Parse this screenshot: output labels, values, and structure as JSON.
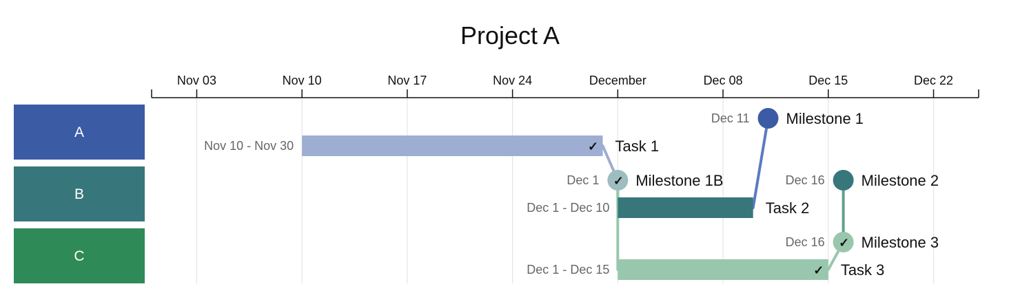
{
  "chart_data": {
    "type": "gantt",
    "title": "Project A",
    "x_axis": {
      "type": "date",
      "range": [
        "2024-10-31",
        "2024-12-25"
      ],
      "ticks": [
        {
          "date": "2024-11-03",
          "label": "Nov 03"
        },
        {
          "date": "2024-11-10",
          "label": "Nov 10"
        },
        {
          "date": "2024-11-17",
          "label": "Nov 17"
        },
        {
          "date": "2024-11-24",
          "label": "Nov 24"
        },
        {
          "date": "2024-12-01",
          "label": "December"
        },
        {
          "date": "2024-12-08",
          "label": "Dec 08"
        },
        {
          "date": "2024-12-15",
          "label": "Dec 15"
        },
        {
          "date": "2024-12-22",
          "label": "Dec 22"
        }
      ],
      "grid": true
    },
    "lanes": [
      {
        "id": "A",
        "label": "A",
        "color": "#3b5ba5"
      },
      {
        "id": "B",
        "label": "B",
        "color": "#37777b"
      },
      {
        "id": "C",
        "label": "C",
        "color": "#2e8b57"
      }
    ],
    "tasks": [
      {
        "id": "task1",
        "lane": "A",
        "name": "Task 1",
        "start": "2024-11-10",
        "end": "2024-11-30",
        "range_label": "Nov 10 - Nov 30",
        "completed": true,
        "color": "#9eadd2"
      },
      {
        "id": "task2",
        "lane": "B",
        "name": "Task 2",
        "start": "2024-12-01",
        "end": "2024-12-10",
        "range_label": "Dec 1 - Dec 10",
        "completed": false,
        "color": "#37777b"
      },
      {
        "id": "task3",
        "lane": "C",
        "name": "Task 3",
        "start": "2024-12-01",
        "end": "2024-12-15",
        "range_label": "Dec 1 - Dec 15",
        "completed": true,
        "color": "#98c7ad"
      }
    ],
    "milestones": [
      {
        "id": "m1",
        "lane": "A",
        "name": "Milestone 1",
        "date": "2024-12-11",
        "date_label": "Dec 11",
        "completed": false,
        "color": "#3b5ba5"
      },
      {
        "id": "m1b",
        "lane": "B",
        "name": "Milestone 1B",
        "date": "2024-12-01",
        "date_label": "Dec 1",
        "completed": true,
        "color": "#9dbdc0"
      },
      {
        "id": "m2",
        "lane": "B",
        "name": "Milestone 2",
        "date": "2024-12-16",
        "date_label": "Dec 16",
        "completed": false,
        "color": "#37777b"
      },
      {
        "id": "m3",
        "lane": "C",
        "name": "Milestone 3",
        "date": "2024-12-16",
        "date_label": "Dec 16",
        "completed": true,
        "color": "#98c7ad"
      }
    ],
    "dependencies": [
      {
        "from": "task2",
        "to": "m1",
        "color": "#5b7bbf"
      },
      {
        "from": "task1",
        "to": "m1b",
        "color": "#9eadd2"
      },
      {
        "from": "m1b",
        "to": "task2",
        "color": "#9dbdc0"
      },
      {
        "from": "m1b",
        "to": "task3",
        "color": "#98c7ad"
      },
      {
        "from": "task3",
        "to": "m3",
        "color": "#98c7ad"
      },
      {
        "from": "m3",
        "to": "m2",
        "color": "#62a08e"
      }
    ]
  }
}
